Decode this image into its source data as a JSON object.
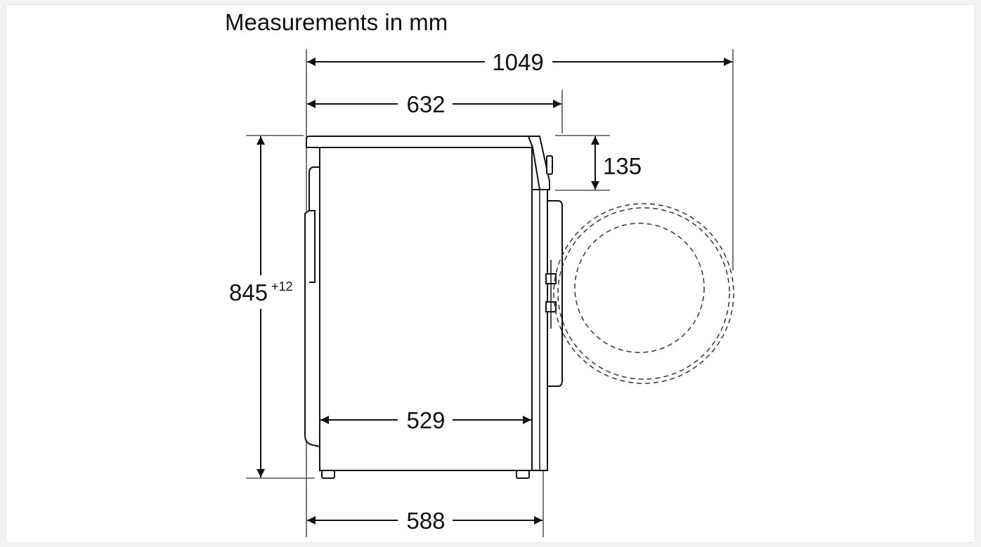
{
  "title": "Measurements in mm",
  "dimensions": {
    "total_depth_door_open": "1049",
    "depth_with_panel": "632",
    "panel_height": "135",
    "height": "845",
    "height_tolerance": "+12",
    "body_depth": "529",
    "base_depth": "588"
  },
  "colors": {
    "line": "#111111",
    "background": "#ffffff"
  }
}
